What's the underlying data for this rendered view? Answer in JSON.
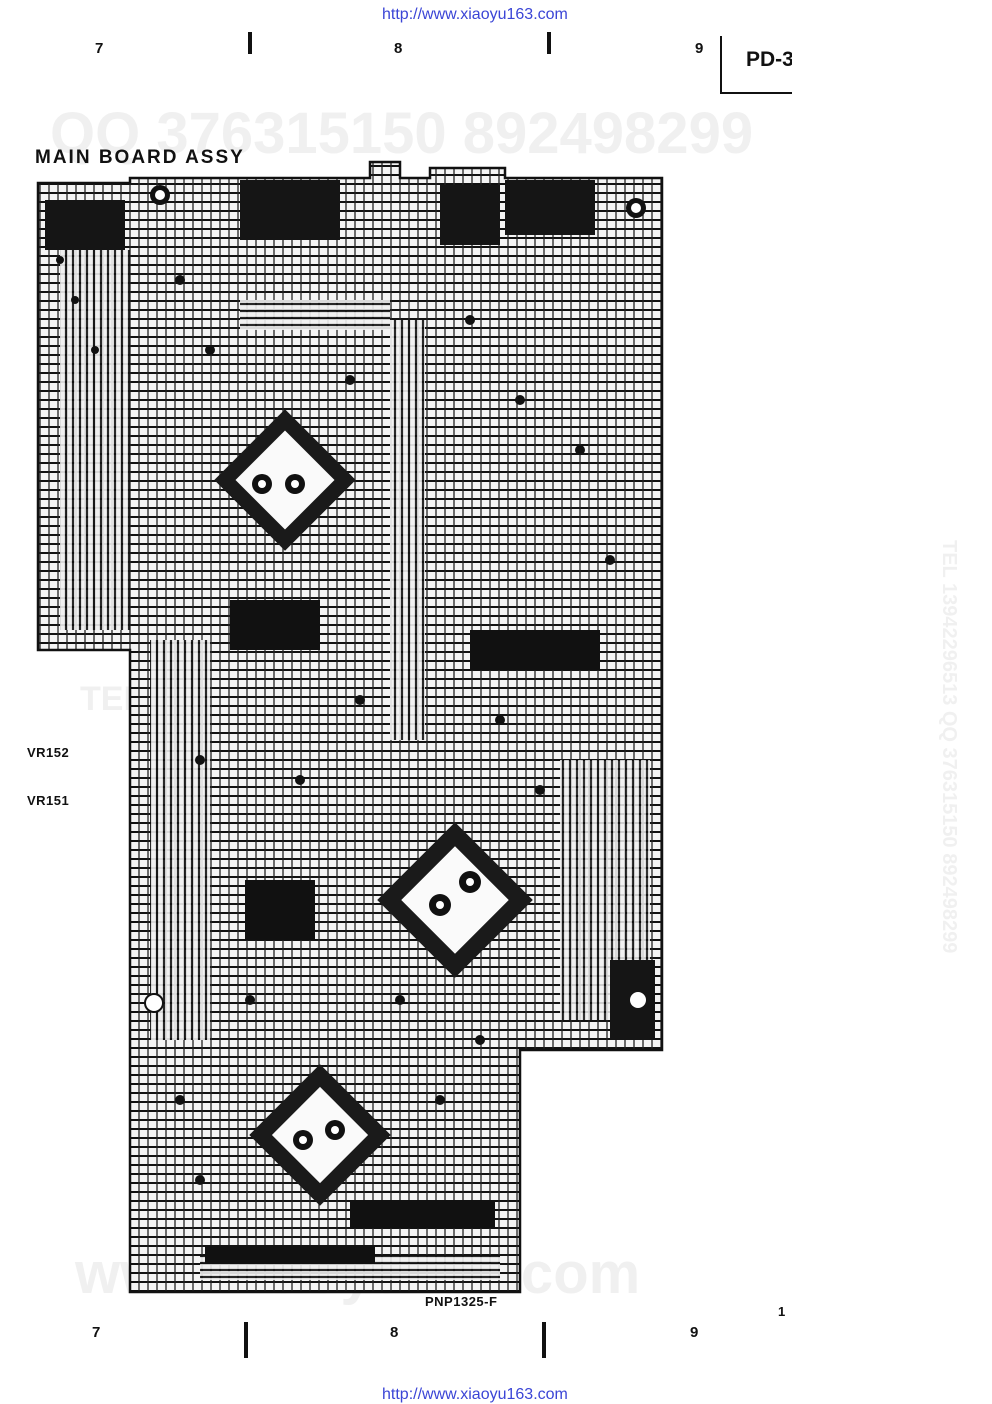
{
  "header": {
    "url": "http://www.xiaoyu163.com",
    "columns": [
      "7",
      "8",
      "9"
    ],
    "model": "PD-3"
  },
  "board": {
    "title": "MAIN BOARD ASSY",
    "labels": [
      "VR152",
      "VR151"
    ],
    "part_number": "PNP1325-F"
  },
  "watermark": {
    "qq_line": "QQ 376315150   892498299",
    "tel_line": "TEL 13942296513   QQ 376315150   892498299",
    "tel_mid": "TEL          150  892498299",
    "bottom": "www.xiaoyu163.com"
  },
  "footer": {
    "columns": [
      "7",
      "8",
      "9"
    ],
    "page_number": "1",
    "url": "http://www.xiaoyu163.com"
  }
}
